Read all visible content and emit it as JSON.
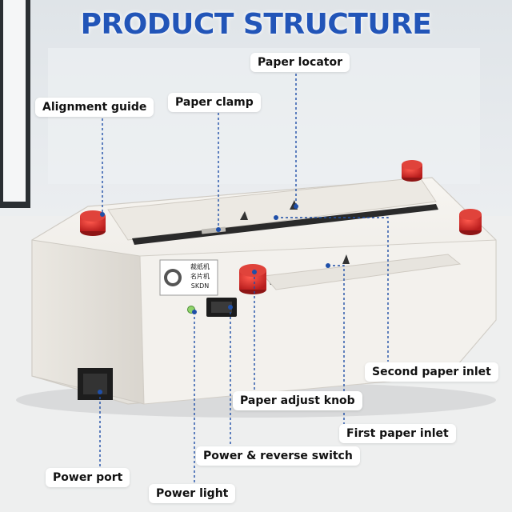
{
  "title": "PRODUCT STRUCTURE",
  "colors": {
    "title": "#2255b8",
    "leader_line": "#1f4fa8",
    "knob": "#d42a2a",
    "machine_body": "#f4f2ee"
  },
  "device_sticker": {
    "line1": "裁纸机",
    "line2": "名片机",
    "line3": "SKDN"
  },
  "callouts": {
    "paper_locator": "Paper locator",
    "alignment_guide": "Alignment guide",
    "paper_clamp": "Paper clamp",
    "second_paper_inlet": "Second paper inlet",
    "paper_adjust_knob": "Paper adjust knob",
    "first_paper_inlet": "First paper inlet",
    "power_reverse_switch": "Power & reverse switch",
    "power_port": "Power port",
    "power_light": "Power light"
  }
}
